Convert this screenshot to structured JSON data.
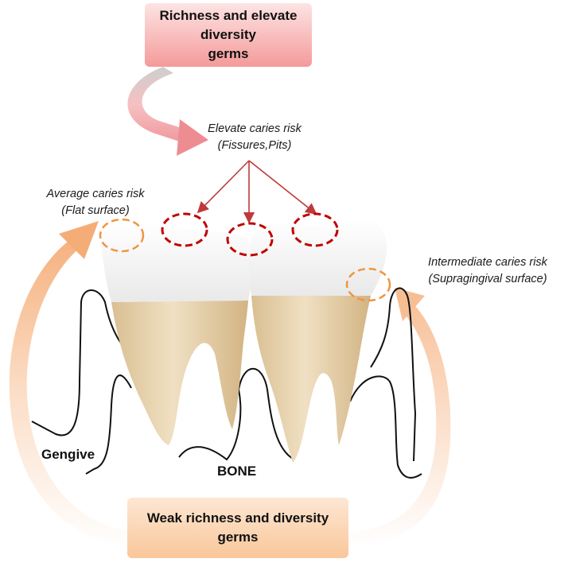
{
  "top_box": {
    "text": "Richness and elevate\ndiversity\ngerms"
  },
  "bottom_box": {
    "text": "Weak richness and diversity\ngerms"
  },
  "labels": {
    "elevate": "Elevate caries risk\n(Fissures,Pits)",
    "average": "Average caries risk\n(Flat surface)",
    "intermediate": "Intermediate caries risk\n(Supragingival surface)",
    "gengive": "Gengive",
    "bone": "BONE"
  },
  "colors": {
    "top_box": "#f49a9a",
    "bottom_box": "#f9c79a",
    "pink_arrow": "#f3a3a6",
    "orange_arrow": "#f6b888",
    "red_circle": "#c00000",
    "orange_circle": "#f0953f",
    "red_arrow": "#c0393b",
    "enamel": "#f7f7f7",
    "root": "#e3cda5"
  }
}
